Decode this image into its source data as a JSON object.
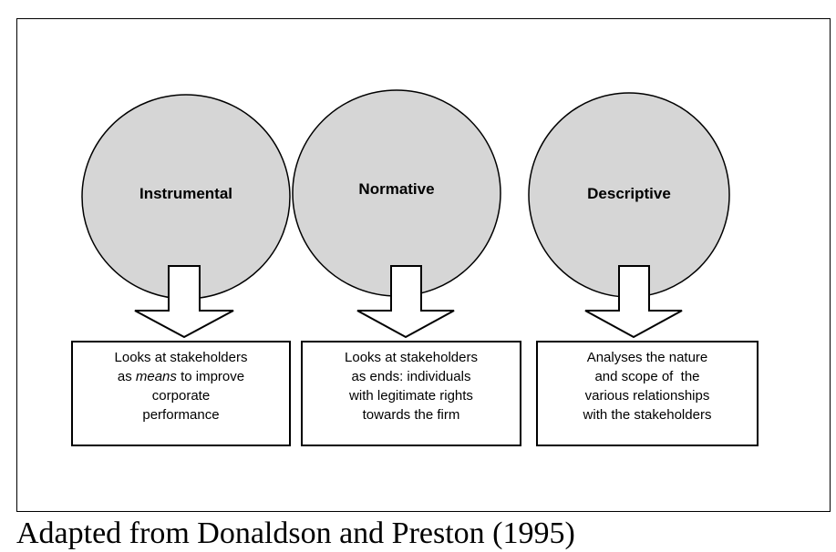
{
  "nodes": [
    {
      "label": "Instrumental",
      "description_lines": [
        {
          "segments": [
            {
              "text": "Looks at stakeholders",
              "italic": false
            }
          ]
        },
        {
          "segments": [
            {
              "text": "as ",
              "italic": false
            },
            {
              "text": "means",
              "italic": true
            },
            {
              "text": " to improve",
              "italic": false
            }
          ]
        },
        {
          "segments": [
            {
              "text": "corporate",
              "italic": false
            }
          ]
        },
        {
          "segments": [
            {
              "text": "performance",
              "italic": false
            }
          ]
        }
      ]
    },
    {
      "label": "Normative",
      "description_lines": [
        {
          "segments": [
            {
              "text": "Looks at stakeholders",
              "italic": false
            }
          ]
        },
        {
          "segments": [
            {
              "text": "as ends: individuals",
              "italic": false
            }
          ]
        },
        {
          "segments": [
            {
              "text": "with legitimate rights",
              "italic": false
            }
          ]
        },
        {
          "segments": [
            {
              "text": "towards the firm",
              "italic": false
            }
          ]
        }
      ]
    },
    {
      "label": "Descriptive",
      "description_lines": [
        {
          "segments": [
            {
              "text": "Analyses the nature",
              "italic": false
            }
          ]
        },
        {
          "segments": [
            {
              "text": "and scope of  the",
              "italic": false
            }
          ]
        },
        {
          "segments": [
            {
              "text": "various relationships",
              "italic": false
            }
          ]
        },
        {
          "segments": [
            {
              "text": "with the stakeholders",
              "italic": false
            }
          ]
        }
      ]
    }
  ],
  "caption": "Adapted from Donaldson and Preston (1995)",
  "colors": {
    "circle_fill": "#d6d6d6",
    "stroke": "#000000",
    "background": "#ffffff"
  }
}
